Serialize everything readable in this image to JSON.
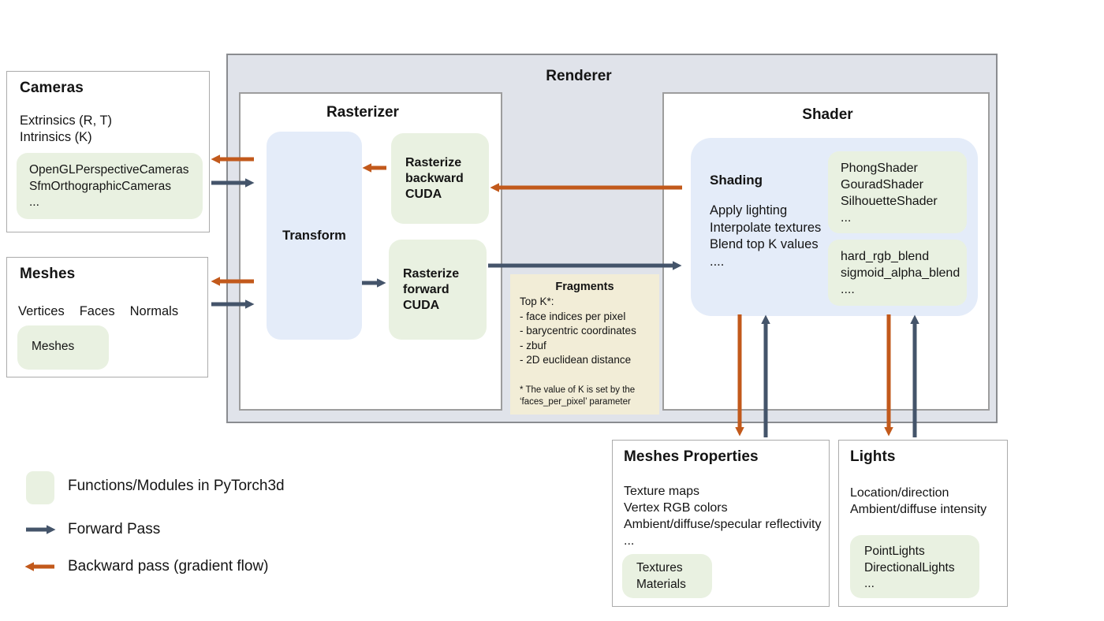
{
  "colors": {
    "green": "#e9f1e1",
    "blue": "#e4ecf9",
    "tan": "#f2edd7",
    "renderer_bg": "#e0e3ea",
    "forward_arrow": "#44546A",
    "backward_arrow": "#C2591B"
  },
  "renderer": {
    "title": "Renderer",
    "rasterizer": {
      "title": "Rasterizer",
      "transform_label": "Transform",
      "backward_cuda_label": "Rasterize backward CUDA",
      "forward_cuda_label": "Rasterize forward CUDA"
    },
    "shader": {
      "title": "Shader",
      "shading_title": "Shading",
      "shading_lines": [
        "Apply lighting",
        "Interpolate textures",
        "Blend top K values",
        "...."
      ],
      "shaders_box": [
        "PhongShader",
        "GouradShader",
        "SilhouetteShader",
        "..."
      ],
      "blend_box": [
        "hard_rgb_blend",
        "sigmoid_alpha_blend",
        "...."
      ]
    },
    "fragments": {
      "title": "Fragments",
      "intro": "Top K*:",
      "items": [
        "- face indices per pixel",
        "- barycentric coordinates",
        "- zbuf",
        "- 2D euclidean distance"
      ],
      "footnote": "* The value of K is set by the ‘faces_per_pixel’ parameter"
    }
  },
  "cameras": {
    "title": "Cameras",
    "lines": [
      "Extrinsics (R, T)",
      "Intrinsics (K)"
    ],
    "module": [
      "OpenGLPerspectiveCameras",
      "SfmOrthographicCameras",
      "..."
    ]
  },
  "meshes": {
    "title": "Meshes",
    "attributes": [
      "Vertices",
      "Faces",
      "Normals"
    ],
    "module": [
      "Meshes"
    ]
  },
  "meshes_properties": {
    "title": "Meshes Properties",
    "lines": [
      "Texture maps",
      "Vertex RGB colors",
      "Ambient/diffuse/specular reflectivity",
      "..."
    ],
    "module": [
      "Textures",
      "Materials"
    ]
  },
  "lights": {
    "title": "Lights",
    "lines": [
      "Location/direction",
      "Ambient/diffuse intensity"
    ],
    "module": [
      "PointLights",
      "DirectionalLights",
      "..."
    ]
  },
  "legend": {
    "module_label": "Functions/Modules in PyTorch3d",
    "forward_label": "Forward Pass",
    "backward_label": "Backward pass (gradient flow)"
  },
  "arrows": [
    {
      "name": "cameras-backward-arrow",
      "type": "backward",
      "from": [
        322,
        202
      ],
      "to": [
        266,
        202
      ]
    },
    {
      "name": "cameras-forward-arrow",
      "type": "forward",
      "from": [
        268,
        232
      ],
      "to": [
        324,
        232
      ]
    },
    {
      "name": "meshes-backward-arrow",
      "type": "backward",
      "from": [
        322,
        357
      ],
      "to": [
        266,
        357
      ]
    },
    {
      "name": "meshes-forward-arrow",
      "type": "forward",
      "from": [
        268,
        386
      ],
      "to": [
        324,
        386
      ]
    },
    {
      "name": "backward-cuda-to-transform-arrow",
      "type": "backward",
      "from": [
        490,
        213
      ],
      "to": [
        458,
        213
      ]
    },
    {
      "name": "transform-to-forward-cuda-arrow",
      "type": "forward",
      "from": [
        459,
        359
      ],
      "to": [
        491,
        359
      ]
    },
    {
      "name": "shader-to-backward-cuda-arrow",
      "type": "backward",
      "from": [
        865,
        238
      ],
      "to": [
        620,
        238
      ]
    },
    {
      "name": "forward-cuda-to-shader-arrow",
      "type": "forward",
      "from": [
        619,
        337
      ],
      "to": [
        866,
        337
      ]
    },
    {
      "name": "shader-to-meshes-properties-backward-arrow",
      "type": "backward",
      "from": [
        938,
        399
      ],
      "to": [
        938,
        555
      ]
    },
    {
      "name": "meshes-properties-to-shader-forward-arrow",
      "type": "forward",
      "from": [
        971,
        555
      ],
      "to": [
        971,
        398
      ]
    },
    {
      "name": "shader-to-lights-backward-arrow",
      "type": "backward",
      "from": [
        1127,
        399
      ],
      "to": [
        1127,
        555
      ]
    },
    {
      "name": "lights-to-shader-forward-arrow",
      "type": "forward",
      "from": [
        1160,
        555
      ],
      "to": [
        1160,
        398
      ]
    },
    {
      "name": "legend-forward-arrow",
      "type": "forward",
      "from": [
        33,
        672
      ],
      "to": [
        72,
        672
      ]
    },
    {
      "name": "legend-backward-arrow",
      "type": "backward",
      "from": [
        69,
        719
      ],
      "to": [
        30,
        719
      ]
    }
  ]
}
